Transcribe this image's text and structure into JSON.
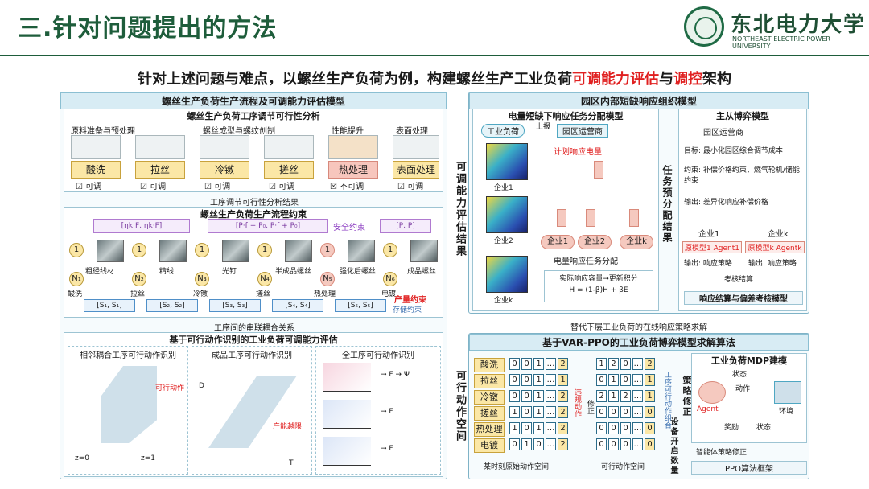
{
  "header": {
    "title": "三.针对问题提出的方法",
    "university_cn": "东北电力大学",
    "university_en": "NORTHEAST ELECTRIC POWER UNIVERSITY"
  },
  "subtitle": {
    "prefix": "针对上述问题与难点，以螺丝生产负荷为例，构建螺丝生产工业负荷",
    "red1": "可调能力评估",
    "mid": "与",
    "red2": "调控",
    "suffix": "架构"
  },
  "left_panel": {
    "title": "螺丝生产负荷生产流程及可调能力评估模型",
    "sec1_title": "螺丝生产负荷工序调节可行性分析",
    "stages": [
      "原料准备与预处理",
      "螺丝成型与螺纹创制",
      "性能提升",
      "表面处理"
    ],
    "processes": [
      {
        "name": "酸洗",
        "status": "☑ 可调"
      },
      {
        "name": "拉丝",
        "status": "☑ 可调"
      },
      {
        "name": "冷镦",
        "status": "☑ 可调"
      },
      {
        "name": "搓丝",
        "status": "☑ 可调"
      },
      {
        "name": "热处理",
        "status": "☒ 不可调"
      },
      {
        "name": "表面处理",
        "status": "☑ 可调"
      }
    ],
    "sec2_result": "工序调节可行性分析结果",
    "sec2_title": "螺丝生产负荷生产流程约束",
    "safety_label": "安全约束",
    "output_label": "产量约束",
    "storage_label": "存储约束",
    "flow_nodes": [
      "粗径线材",
      "精线",
      "光钉",
      "半成品螺丝",
      "强化后螺丝",
      "成品螺丝"
    ],
    "flow_ops": [
      "酸洗",
      "拉丝",
      "冷镦",
      "搓丝",
      "热处理",
      "电镀"
    ],
    "flow_n": [
      "N₁",
      "N₂",
      "N₃",
      "N₄",
      "N₅",
      "N₆"
    ],
    "sec3_result": "工序间的串联耦合关系",
    "sec3_title": "基于可行动作识别的工业负荷可调能力评估",
    "sub_titles": [
      "相邻耦合工序可行动作识别",
      "成品工序可行动作识别",
      "全工序可行动作识别"
    ],
    "feasible_label": "可行动作",
    "output_exceed_label": "产能越限"
  },
  "middle_labels": {
    "eval_result": "可调能力评估结果",
    "action_space": "可行动作空间",
    "task_alloc": "任务预分配结果",
    "strategy_fix": "策略修正",
    "device_count": "设备开启数量"
  },
  "right_top": {
    "title": "园区内部短缺响应组织模型",
    "left_title": "电量短缺下响应任务分配模型",
    "industrial_load": "工业负荷",
    "report": "上报",
    "operator": "园区运营商",
    "plan_label": "计划响应电量",
    "enterprises": [
      "企业1",
      "企业2",
      "企业k"
    ],
    "heat_labels": [
      "企业1",
      "企业2",
      "企业k"
    ],
    "alloc_label": "电量响应任务分配",
    "update_label": "实际响应容量→更新积分",
    "right_title": "主从博弈模型",
    "operator2": "园区运营商",
    "goal": "目标: 最小化园区综合调节成本",
    "constraint": "约束: 补偿价格约束，燃气轮机/储能约束",
    "output": "输出: 差异化响应补偿价格",
    "ent1": "企业1",
    "entk": "企业k",
    "agent1": "原模型1 Agent1",
    "agentk": "原模型k Agentk",
    "out_strategy": "输出: 响应策略",
    "settle": "考核结算",
    "settle_model": "响应结算与偏差考核模型"
  },
  "right_bottom": {
    "banner": "替代下层工业负荷的在线响应策略求解",
    "title": "基于VAR-PPO的工业负荷博弈模型求解算法",
    "rows": [
      "酸洗",
      "拉丝",
      "冷镦",
      "搓丝",
      "热处理",
      "电镀"
    ],
    "grid1": [
      [
        "0",
        "0",
        "1",
        "…",
        "2"
      ],
      [
        "0",
        "0",
        "1",
        "…",
        "1"
      ],
      [
        "0",
        "0",
        "1",
        "…",
        "2"
      ],
      [
        "1",
        "0",
        "1",
        "…",
        "2"
      ],
      [
        "1",
        "0",
        "1",
        "…",
        "2"
      ],
      [
        "0",
        "1",
        "0",
        "…",
        "2"
      ]
    ],
    "grid2": [
      [
        "1",
        "2",
        "0",
        "…",
        "2"
      ],
      [
        "0",
        "1",
        "0",
        "…",
        "1"
      ],
      [
        "2",
        "1",
        "2",
        "…",
        "1"
      ],
      [
        "0",
        "0",
        "0",
        "…",
        "0"
      ],
      [
        "0",
        "0",
        "0",
        "…",
        "0"
      ],
      [
        "0",
        "0",
        "0",
        "…",
        "0"
      ]
    ],
    "violation": "违规动作",
    "fix": "修正",
    "combo": "工序可行动作组合",
    "caption1": "某时刻原始动作空间",
    "caption2": "可行动作空间",
    "mdp_title": "工业负荷MDP建模",
    "state": "状态",
    "action": "动作",
    "reward": "奖励",
    "agent": "Agent",
    "env": "环境",
    "policy_fix": "智能体策略修正",
    "ppo": "PPO算法框架"
  }
}
